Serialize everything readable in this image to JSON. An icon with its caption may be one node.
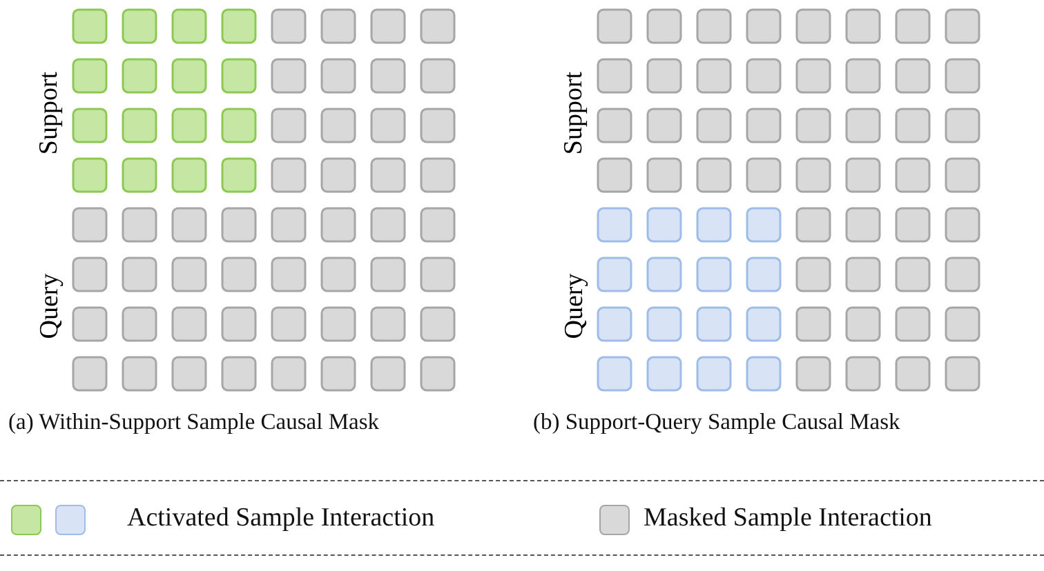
{
  "diagram": {
    "labels": [
      "Support",
      "Query",
      "(a) Within-Support Sample Causal Mask",
      "Support",
      "Query",
      "(b) Support-Query Sample Causal Mask"
    ],
    "legend": [
      {
        "text": "Activated Sample Interaction"
      },
      {
        "text": "Masked Sample Interaction",
        "color": "#d9d9d9"
      }
    ]
  }
}
